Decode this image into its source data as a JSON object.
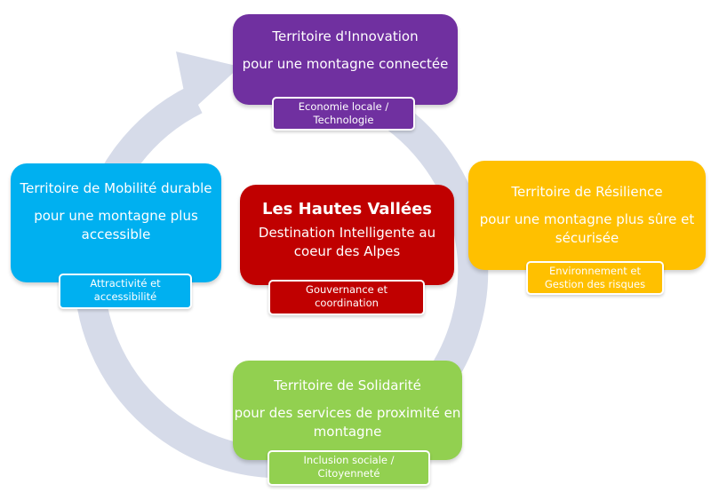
{
  "colors": {
    "cycle_arrow": "#d6dbe9",
    "innovation": "#7030a0",
    "resilience": "#ffc000",
    "solidarite": "#92d050",
    "mobilite": "#00b0f0",
    "center": "#c00000"
  },
  "nodes": {
    "top": {
      "title": "Territoire d'Innovation",
      "subtitle": "pour une montagne connectée",
      "tag": "Economie locale / Technologie"
    },
    "right": {
      "title": "Territoire de Résilience",
      "subtitle": "pour une montagne plus sûre et sécurisée",
      "tag": "Environnement et Gestion des risques"
    },
    "bottom": {
      "title": "Territoire de Solidarité",
      "subtitle": "pour des services de proximité en montagne",
      "tag": "Inclusion sociale / Citoyenneté"
    },
    "left": {
      "title": "Territoire de Mobilité durable",
      "subtitle": "pour une montagne plus accessible",
      "tag": "Attractivité et accessibilité"
    },
    "center": {
      "title": "Les Hautes Vallées",
      "subtitle": "Destination Intelligente au coeur des Alpes",
      "tag": "Gouvernance et coordination"
    }
  }
}
